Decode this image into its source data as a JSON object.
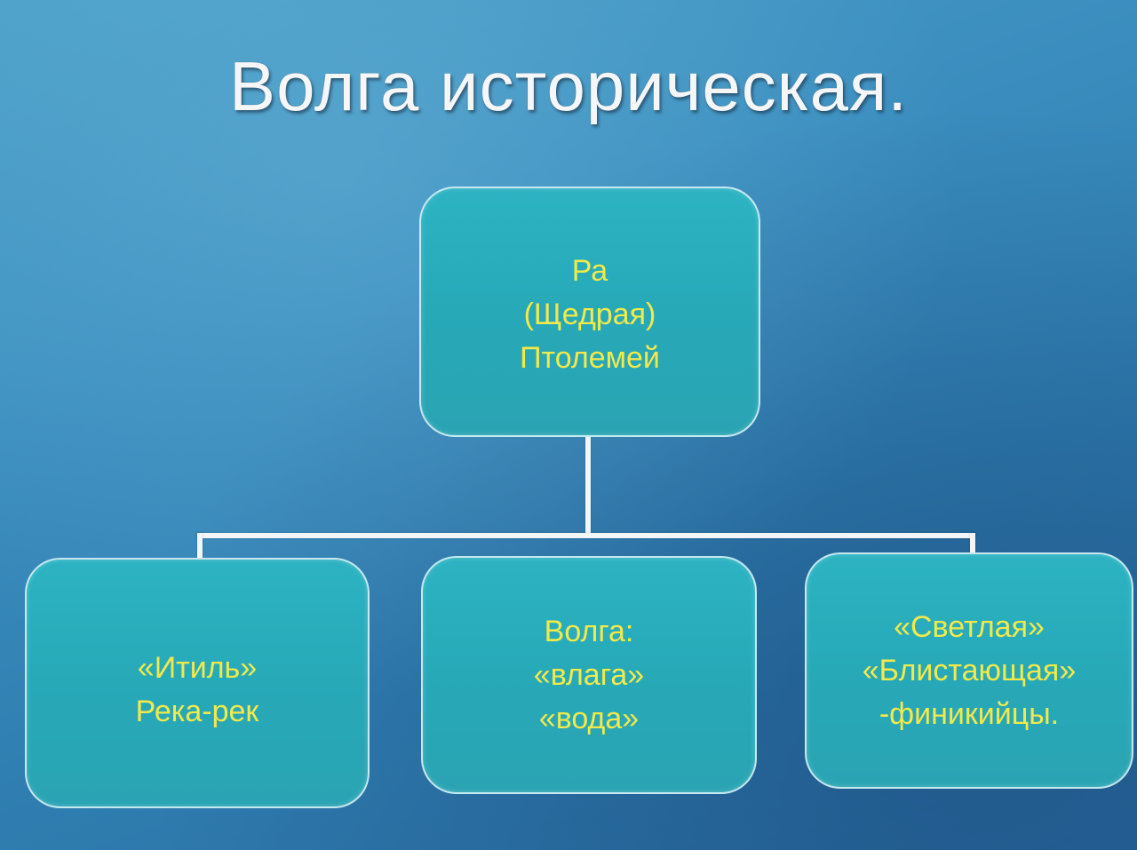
{
  "title": "Волга историческая.",
  "diagram": {
    "top": {
      "lines": [
        "Ра",
        "(Щедрая)",
        "Птолемей"
      ]
    },
    "children": [
      {
        "lines": [
          "«Итиль»",
          "Река-рек"
        ]
      },
      {
        "lines": [
          "Волга:",
          "«влага»",
          "«вода»"
        ]
      },
      {
        "lines": [
          "«Светлая»",
          "«Блистающая»",
          "-финикийцы."
        ]
      }
    ]
  },
  "colors": {
    "box_fill": "#2aabb9",
    "box_text": "#f2e94a",
    "connector": "#f2f6f8",
    "title": "#f4f6f8"
  }
}
